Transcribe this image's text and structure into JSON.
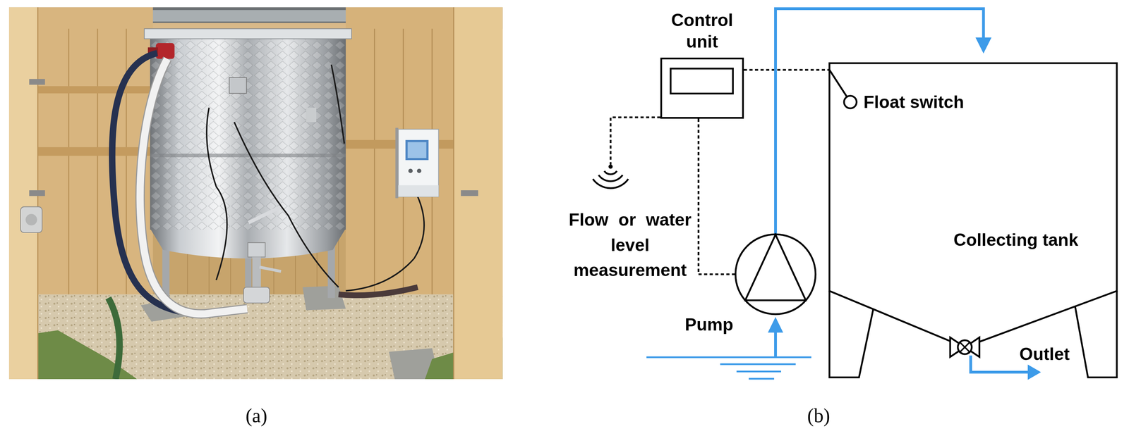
{
  "diagram": {
    "nodes": [
      {
        "text": [
          "Control unit"
        ]
      },
      {
        "text": [
          "Flow or water level measurement"
        ]
      },
      {
        "text": [
          "Pump"
        ]
      },
      {
        "text": [
          "Collecting tank"
        ]
      },
      {
        "text": [
          "Float switch"
        ],
        "in": 3
      }
    ],
    "edges": [
      {
        "from": 0,
        "to": 1,
        "arrow": "none"
      },
      {
        "from": 0,
        "to": 2,
        "arrow": "none"
      },
      {
        "from": 0,
        "to": 4,
        "arrow": "none"
      },
      {
        "from": 2,
        "to": 3,
        "arrow": "to"
      }
    ],
    "labels": [
      "Outlet",
      "(a)",
      "(b)"
    ]
  }
}
